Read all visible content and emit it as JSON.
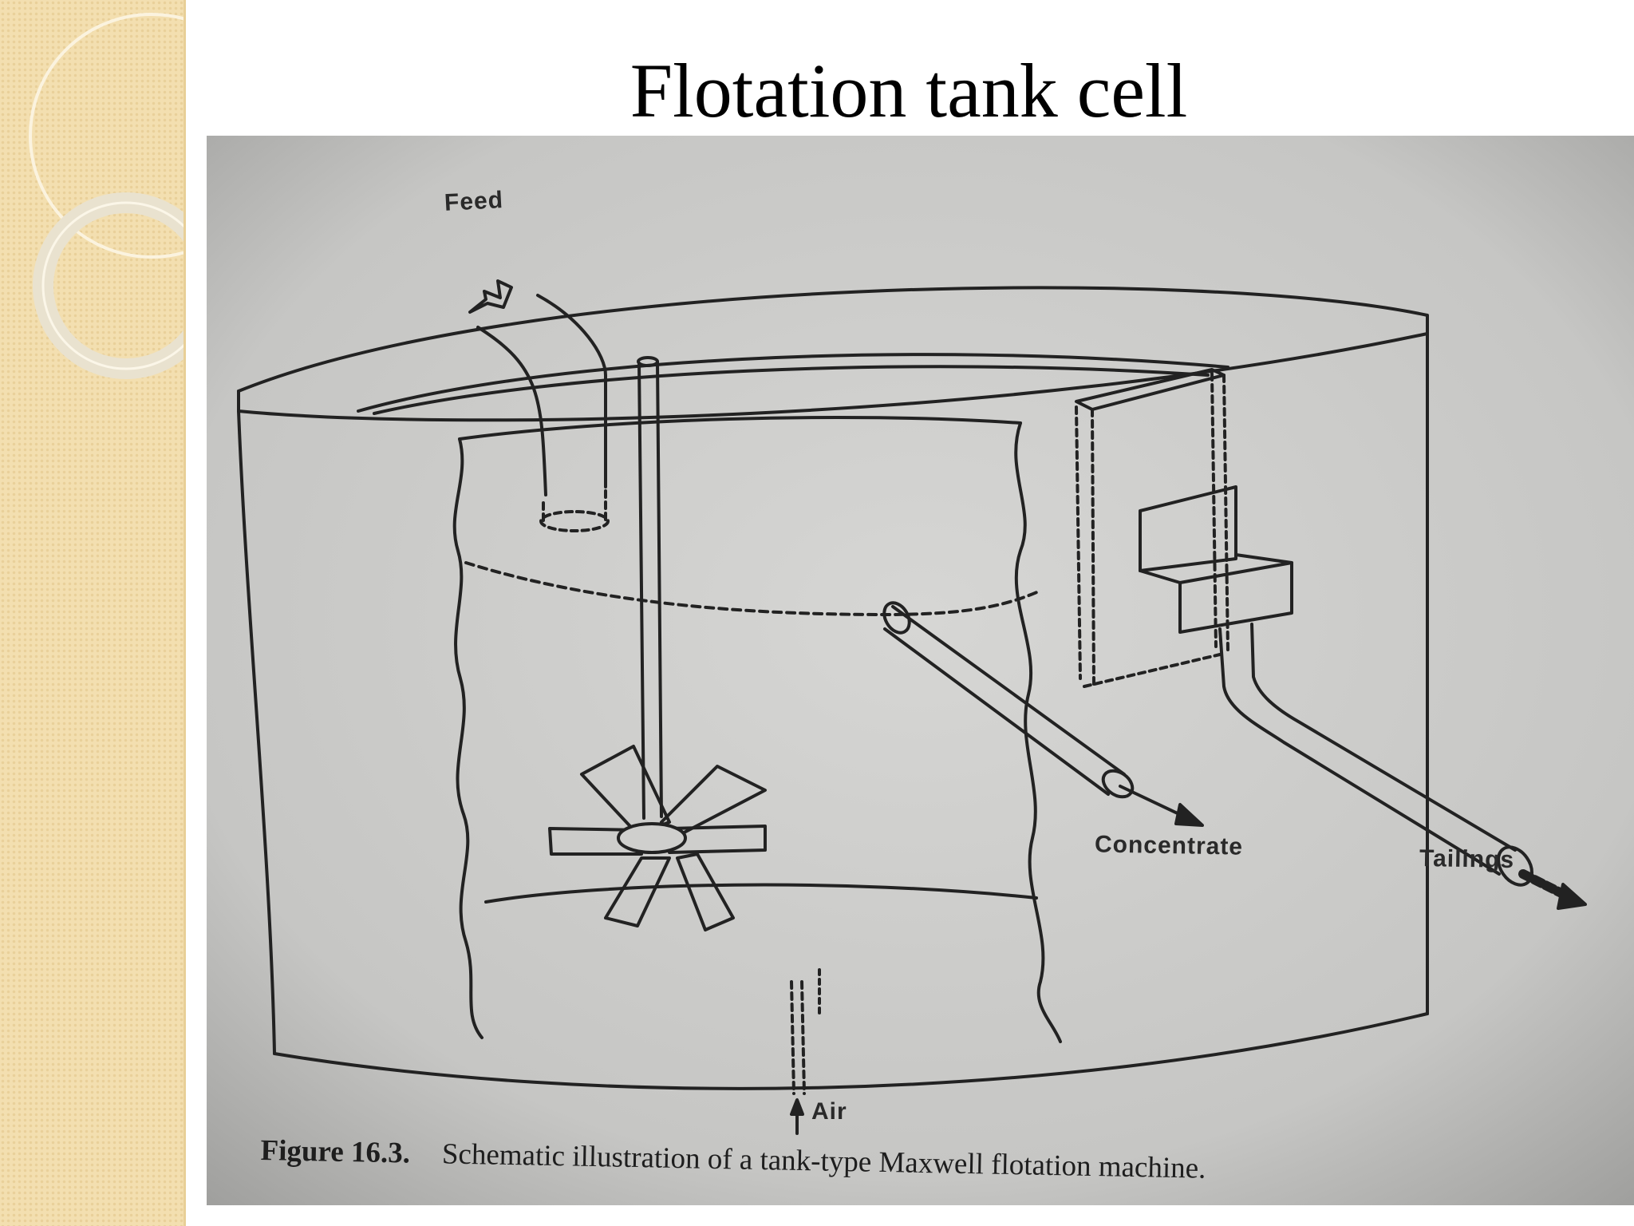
{
  "slide": {
    "title": "Flotation tank cell"
  },
  "figure": {
    "labels": {
      "feed": "Feed",
      "concentrate": "Concentrate",
      "tailings": "Tailings",
      "air": "Air"
    },
    "caption": {
      "number": "Figure 16.3.",
      "text": "Schematic illustration of a tank-type Maxwell flotation machine."
    }
  },
  "colors": {
    "sidebar": "#f3dfb0",
    "photo_paper": "#cfcfcd",
    "ink": "#1e1e1e"
  }
}
